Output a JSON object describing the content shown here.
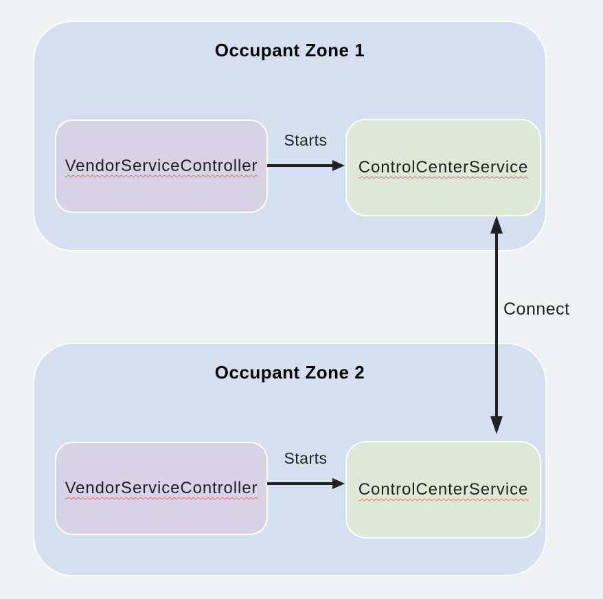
{
  "colors": {
    "background": "#f0f1f3",
    "zone-fill": "#d4e0f0",
    "zone-border": "#fbfcfd",
    "vendor-fill": "#d7d2e6",
    "control-fill": "#dde9d4",
    "box-border": "#ffffff",
    "text": "#1f2023",
    "title": "#000000",
    "arrow": "#212121",
    "squiggle": "#e57368"
  },
  "diagram": {
    "zones": [
      {
        "title": "Occupant Zone 1",
        "vendor_label": "VendorServiceController",
        "control_label": "ControlCenterService",
        "starts_label": "Starts"
      },
      {
        "title": "Occupant Zone 2",
        "vendor_label": "VendorServiceController",
        "control_label": "ControlCenterService",
        "starts_label": "Starts"
      }
    ],
    "connect_label": "Connect"
  }
}
